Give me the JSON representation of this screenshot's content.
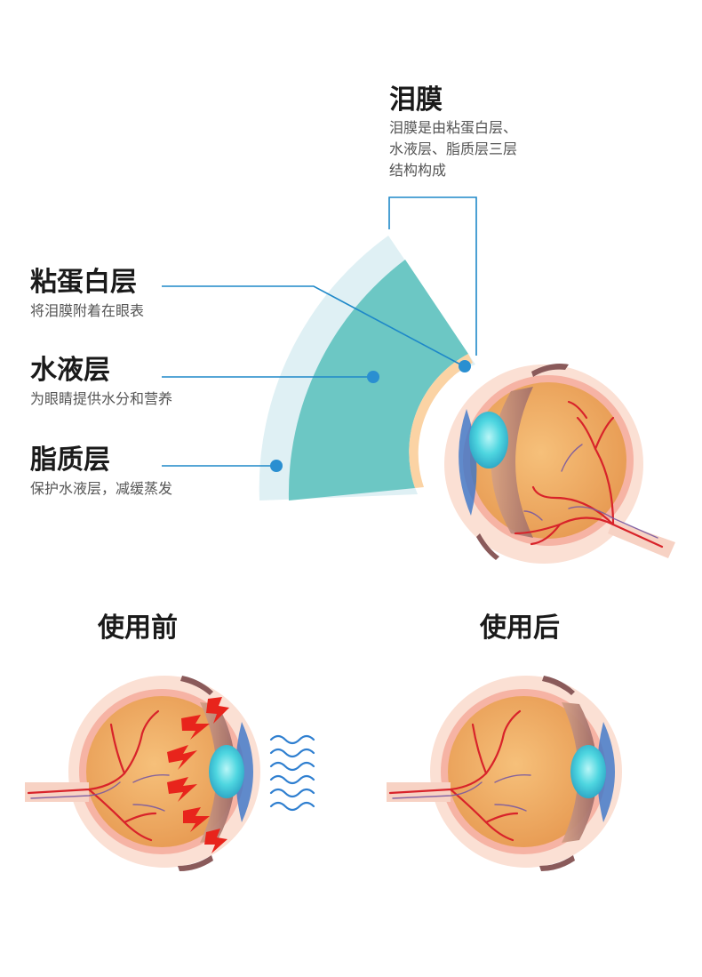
{
  "tear_film": {
    "title": "泪膜",
    "desc_lines": [
      "泪膜是由粘蛋白层、",
      "水液层、脂质层三层",
      "结构构成"
    ]
  },
  "layers": [
    {
      "title": "粘蛋白层",
      "desc": "将泪膜附着在眼表"
    },
    {
      "title": "水液层",
      "desc": "为眼睛提供水分和营养"
    },
    {
      "title": "脂质层",
      "desc": "保护水液层，减缓蒸发"
    }
  ],
  "before": {
    "label": "使用前"
  },
  "after": {
    "label": "使用后"
  },
  "colors": {
    "callout_line": "#1e88c8",
    "dot": "#2a8fd1",
    "lipid_layer": "#dff0f4",
    "aqueous_layer": "#6cc7c4",
    "mucin_layer": "#fbd3a4",
    "eye_body": "#f2b068",
    "vessel": "#d8232a",
    "cornea": "#40d6e3",
    "irritation": "#e8241c",
    "evaporation": "#2f7fd0"
  }
}
